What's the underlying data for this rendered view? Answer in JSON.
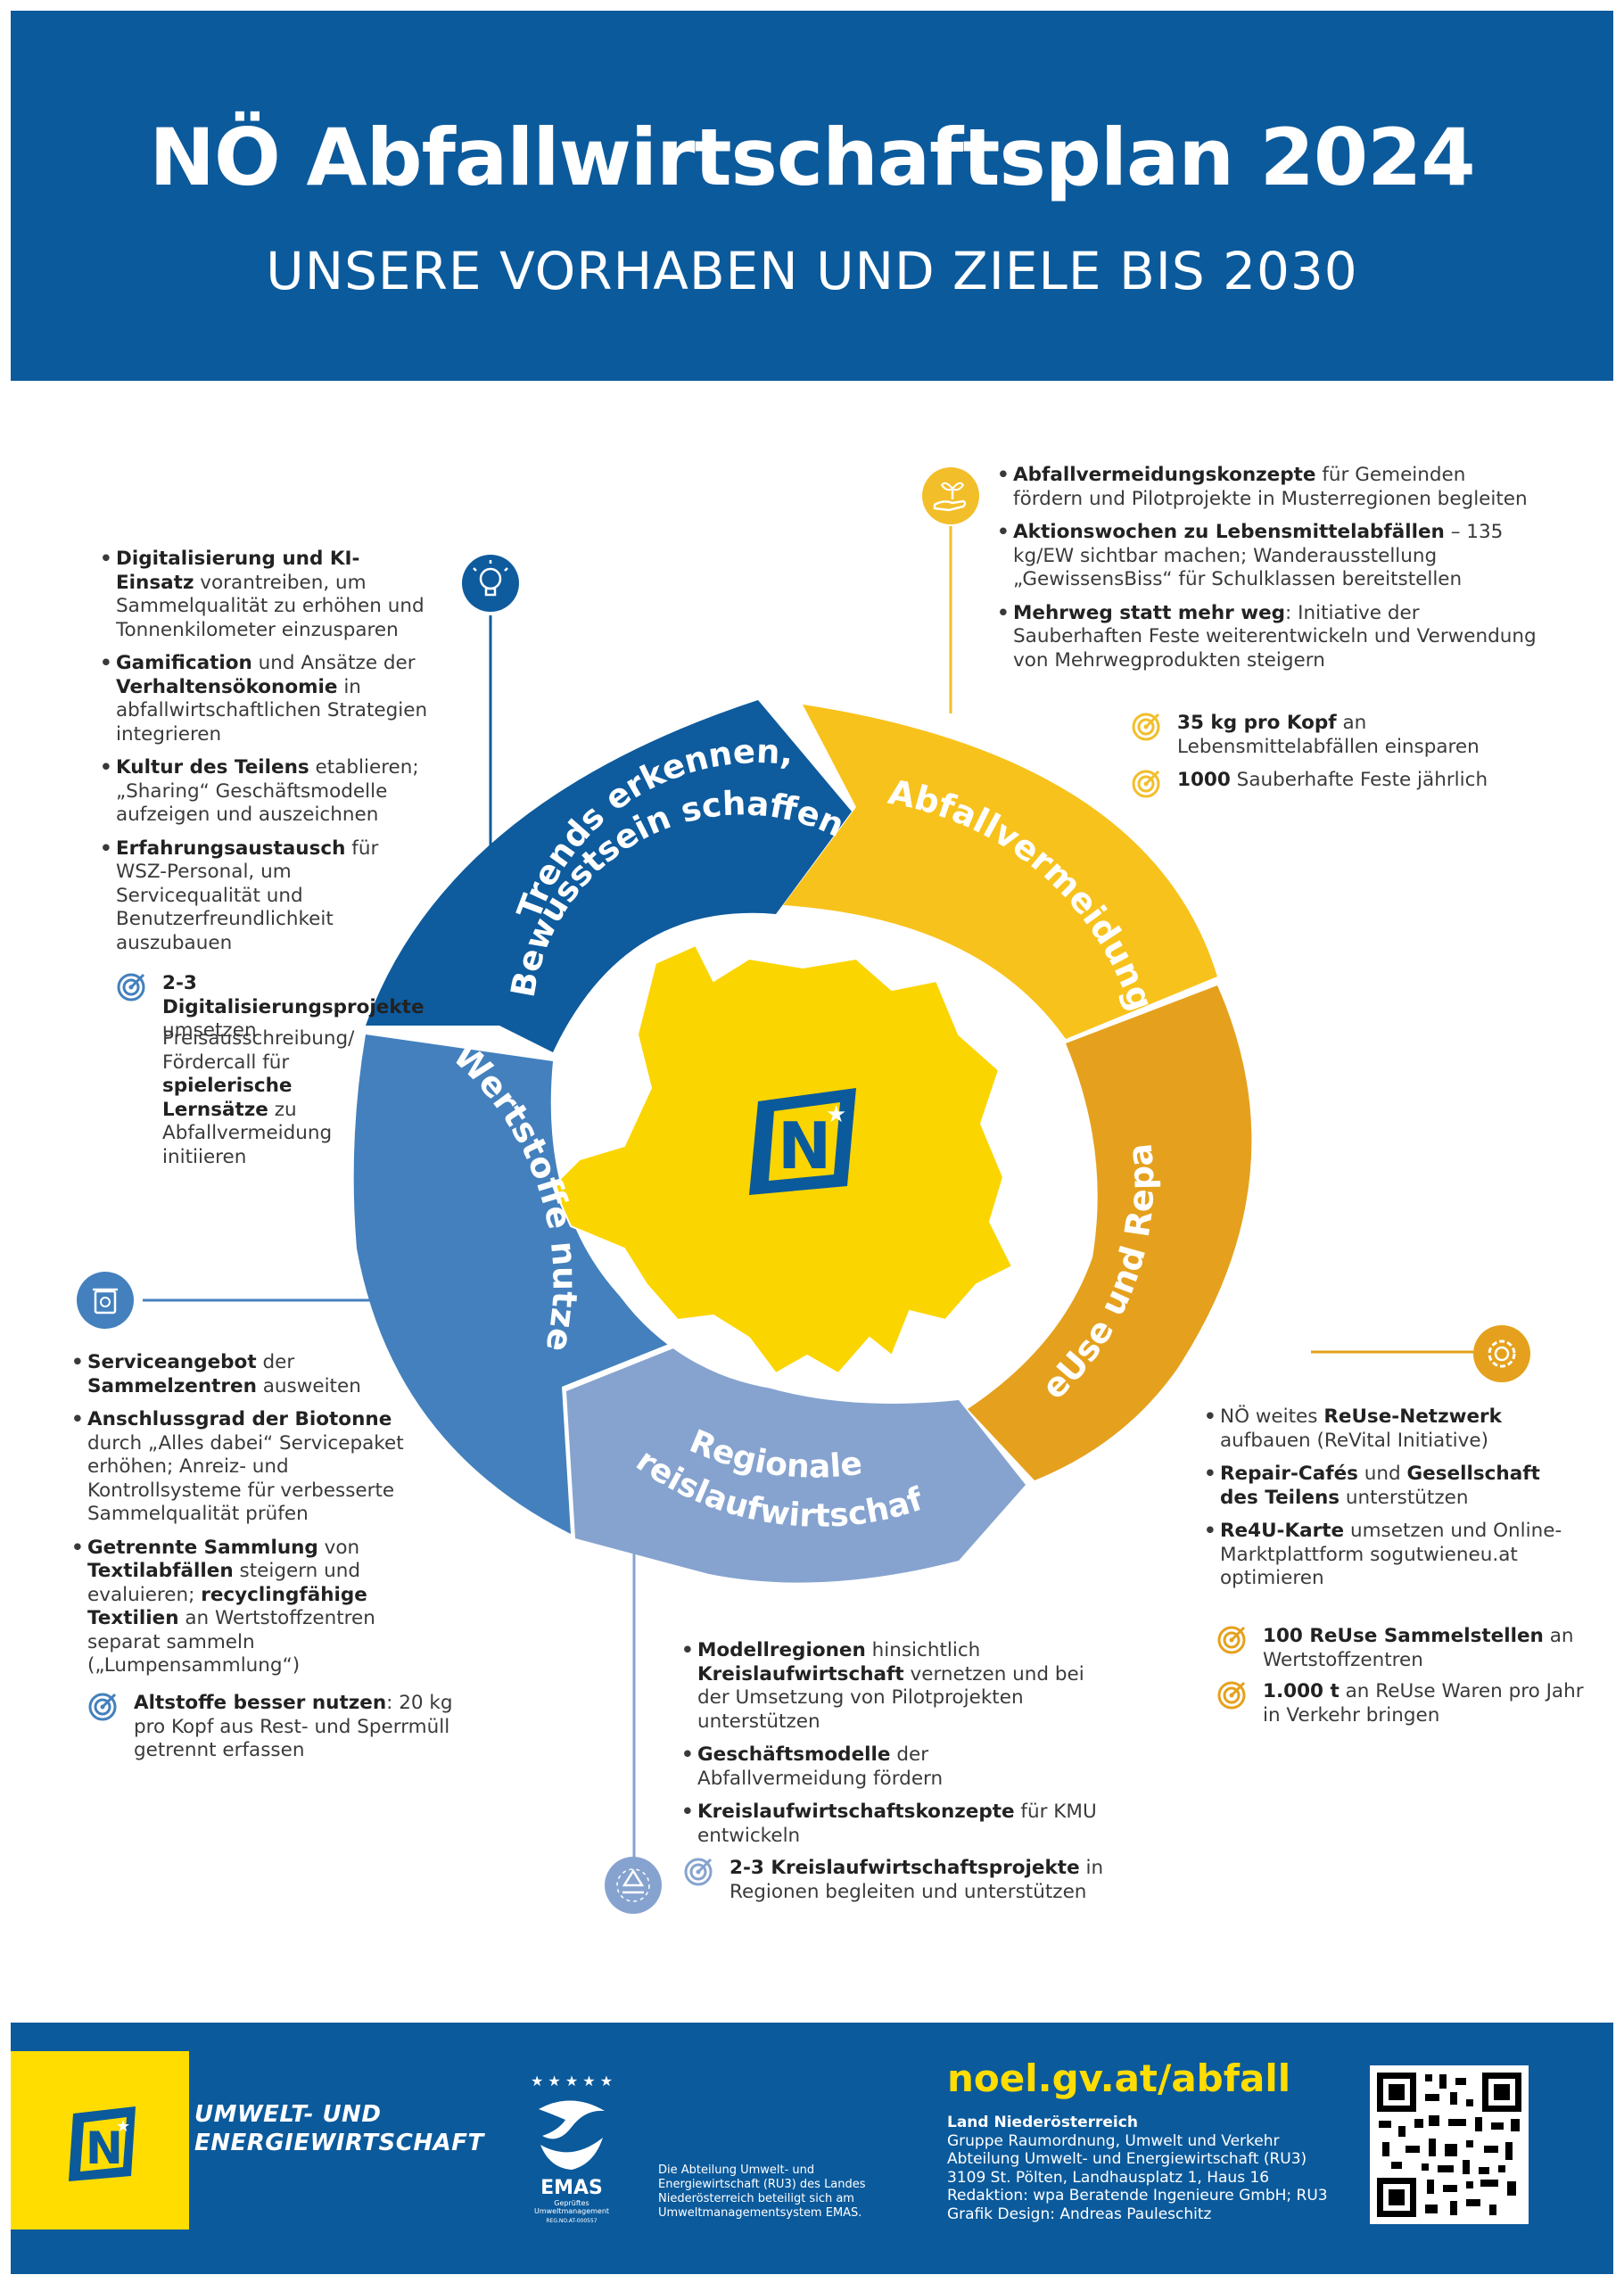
{
  "header": {
    "title": "NÖ Abfallwirtschaftsplan 2024",
    "subtitle": "UNSERE VORHABEN UND ZIELE BIS 2030"
  },
  "colors": {
    "header_blue": "#0b5a9c",
    "segment_trends": "#0e5b9e",
    "segment_vermeidung": "#f8c21c",
    "segment_reuse": "#e5a11d",
    "segment_regional": "#86a3cf",
    "segment_wertstoffe": "#4380bd",
    "map_yellow": "#fbd500",
    "accent_gold": "#f2be2a"
  },
  "wheel": {
    "segments": [
      {
        "line1": "Trends erkennen,",
        "line2": "Bewusstsein schaffen"
      },
      {
        "line1": "Abfallvermeidung"
      },
      {
        "line1": "ReUse und Repair"
      },
      {
        "line1": "Regionale",
        "line2": "Kreislaufwirtschaft"
      },
      {
        "line1": "Wertstoffe nutzen"
      }
    ]
  },
  "trends": {
    "icon": "lightbulb-icon",
    "items": [
      {
        "bold": "Digitalisierung und KI-Einsatz",
        "rest": " vorantreiben, um Sammelqualität zu erhöhen und Tonnenkilometer einzusparen"
      },
      {
        "bold": "Gamification",
        "mid": " und Ansätze der ",
        "bold2": "Verhaltensökonomie",
        "rest": " in abfallwirtschaftlichen Strategien integrieren"
      },
      {
        "bold": "Kultur des Teilens",
        "rest": " etablieren; „Sharing“ Geschäftsmodelle aufzeigen und auszeichnen"
      },
      {
        "bold": "Erfahrungsaustausch",
        "rest": " für WSZ-Personal, um Servicequalität und Benutzerfreundlichkeit auszubauen"
      }
    ],
    "goal1_bold": "2-3 Digitalisierungsprojekte",
    "goal1_rest": " umsetzen",
    "goal2_a": "Preisausschreibung/ Fördercall für ",
    "goal2_bold": "spielerische Lernsätze",
    "goal2_b": " zu Abfallvermeidung initiieren"
  },
  "vermeidung": {
    "icon": "hand-plant-icon",
    "items": [
      {
        "bold": "Abfallvermeidungskonzepte",
        "rest": " für Gemeinden fördern und Pilotprojekte in Musterregionen begleiten"
      },
      {
        "bold": "Aktionswochen zu Lebensmittelabfällen",
        "rest": " – 135 kg/EW sichtbar machen; Wanderausstellung „GewissensBiss“ für Schulklassen bereitstellen"
      },
      {
        "bold": "Mehrweg statt mehr weg",
        "rest": ": Initiative der Sauberhaften Feste weiterentwickeln und Verwendung von Mehrwegprodukten steigern"
      }
    ],
    "goal1_bold": "35 kg pro Kopf",
    "goal1_rest": " an Lebensmittelabfällen einsparen",
    "goal2_bold": "1000",
    "goal2_rest": " Sauberhafte Feste jährlich"
  },
  "wertstoffe": {
    "icon": "recycling-bin-icon",
    "items": [
      {
        "bold": "Serviceangebot",
        "mid": " der ",
        "bold2": "Sammelzentren",
        "rest": " ausweiten"
      },
      {
        "bold": "Anschlussgrad der Biotonne",
        "rest": " durch „Alles dabei“ Servicepaket erhöhen; Anreiz- und Kontrollsysteme für verbesserte Sammelqualität prüfen"
      },
      {
        "bold": "Getrennte Sammlung",
        "mid": " von ",
        "bold2": "Textilabfällen",
        "mid2": " steigern und evaluieren; ",
        "bold3": "recyclingfähige Textilien",
        "rest": " an Wertstoffzentren separat sammeln („Lumpensammlung“)"
      }
    ],
    "goal1_bold": "Altstoffe besser nutzen",
    "goal1_rest": ": 20 kg pro Kopf aus Rest- und Sperrmüll getrennt erfassen"
  },
  "reuse": {
    "icon": "gear-leaf-icon",
    "items": [
      {
        "pre": "NÖ weites ",
        "bold": "ReUse-Netzwerk",
        "rest": " aufbauen (ReVital Initiative)"
      },
      {
        "bold": "Repair-Cafés",
        "mid": " und ",
        "bold2": "Gesellschaft des Teilens",
        "rest": " unterstützen"
      },
      {
        "bold": "Re4U-Karte",
        "rest": " umsetzen und Online-Marktplattform sogutwieneu.at optimieren"
      }
    ],
    "goal1_bold": "100 ReUse Sammelstellen",
    "goal1_rest": " an Wertstoffzentren",
    "goal2_bold": "1.000 t",
    "goal2_rest": " an ReUse Waren pro Jahr in Verkehr bringen"
  },
  "regional": {
    "icon": "recycle-arrows-icon",
    "items": [
      {
        "bold": "Modellregionen",
        "mid": " hinsichtlich ",
        "bold2": "Kreislaufwirtschaft",
        "rest": " vernetzen und bei der Umsetzung von Pilotprojekten unterstützen"
      },
      {
        "bold": "Geschäftsmodelle",
        "rest": " der Abfallvermeidung fördern"
      },
      {
        "bold": "Kreislaufwirtschaftskonzepte",
        "rest": " für KMU entwickeln"
      }
    ],
    "goal1_bold": "2-3 Kreislaufwirtschaftsprojekte",
    "goal1_rest": " in Regionen begleiten und unterstützen"
  },
  "footer": {
    "unit_line1": "UMWELT- UND",
    "unit_line2": "ENERGIEWIRTSCHAFT",
    "emas_label": "EMAS",
    "emas_sub1": "Geprüftes",
    "emas_sub2": "Umweltmanagement",
    "emas_reg": "REG.NO.AT-000557",
    "emas_text": "Die Abteilung Umwelt- und Energiewirtschaft (RU3) des Landes Niederösterreich beteiligt sich am Umweltmanagementsystem EMAS.",
    "url": "noel.gv.at/abfall",
    "org": "Land Niederösterreich",
    "addr1": "Gruppe Raumordnung, Umwelt und Verkehr",
    "addr2": "Abteilung Umwelt- und Energiewirtschaft (RU3)",
    "addr3": "3109 St. Pölten, Landhausplatz 1, Haus 16",
    "addr4": "Redaktion: wpa Beratende Ingenieure GmbH; RU3",
    "addr5": "Grafik Design: Andreas Pauleschitz"
  }
}
